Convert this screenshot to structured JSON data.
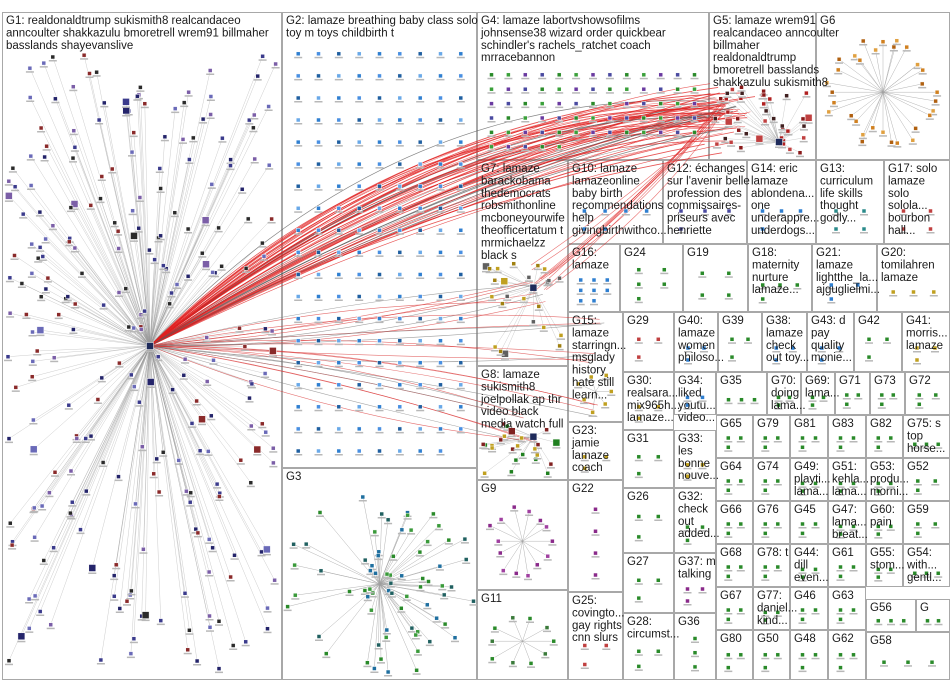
{
  "groups": [
    {
      "id": "G1",
      "lines": [
        "G1: realdonaldtrump sukismith8 realcandaceo",
        "anncoulter shakkazulu bmoretrell wrem91 billmaher",
        "basslands shayevanslive"
      ],
      "layout": "hub",
      "count": 260,
      "colors": [
        "#3b3b8c",
        "#24246a",
        "#6a6ab8",
        "#8a2a2a",
        "#2a2a2a",
        "#7b5ea7"
      ]
    },
    {
      "id": "G2",
      "lines": [
        "G2: lamaze breathing baby class solo",
        "toy m toys childbirth t"
      ],
      "layout": "grid",
      "count": 170,
      "colors": [
        "#2f7fd0",
        "#4a90e2",
        "#1f5fa0",
        "#6aa9e8"
      ]
    },
    {
      "id": "G3",
      "lines": [
        "G3"
      ],
      "layout": "star",
      "count": 70,
      "colors": [
        "#2a8a2a",
        "#1f6f9f",
        "#3a9a3a",
        "#206060"
      ]
    },
    {
      "id": "G4",
      "lines": [
        "G4: lamaze labortvshowsofilms",
        "johnsense38 wizard order quickbear",
        "schindler's rachels_ratchet coach",
        "mrracebannon"
      ],
      "layout": "grid",
      "count": 70,
      "colors": [
        "#2a8a2a",
        "#3aa03a",
        "#6a3aa0",
        "#4a4aa0"
      ]
    },
    {
      "id": "G5",
      "lines": [
        "G5: lamaze wrem91",
        "realcandaceo anncoulter",
        "billmaher",
        "realdonaldtrump",
        "bmoretrell basslands",
        "shakkazulu sukismith8"
      ],
      "layout": "hub2",
      "count": 40,
      "colors": [
        "#b02020",
        "#8a1a1a",
        "#c04040",
        "#402020"
      ]
    },
    {
      "id": "G6",
      "lines": [
        "G6"
      ],
      "layout": "ring",
      "count": 32,
      "colors": [
        "#d08020",
        "#b06010",
        "#e0a040"
      ]
    },
    {
      "id": "G7",
      "lines": [
        "G7: lamaze",
        "barackobama",
        "thedemocrats",
        "robsmithonline",
        "mcboneyourwife",
        "theofficertatum t",
        "mrmichaelzz",
        "black s"
      ],
      "layout": "hub",
      "count": 24,
      "colors": [
        "#c0a020",
        "#a08010",
        "#606060"
      ]
    },
    {
      "id": "G8",
      "lines": [
        "G8: lamaze",
        "sukismith8",
        "joelpollak ap thr",
        "video black",
        "media watch full"
      ],
      "layout": "hub",
      "count": 24,
      "colors": [
        "#c0a020",
        "#208020",
        "#802020"
      ]
    },
    {
      "id": "G9",
      "lines": [
        "G9"
      ],
      "layout": "ring",
      "count": 14,
      "colors": [
        "#8a2a8a",
        "#a040a0"
      ]
    },
    {
      "id": "G10",
      "lines": [
        "G10: lamaze",
        "lamazeonline",
        "baby birth",
        "recommendations",
        "help",
        "givingbirthwithco..."
      ],
      "layout": "grid",
      "count": 6,
      "colors": [
        "#2f7fd0"
      ]
    },
    {
      "id": "G11",
      "lines": [
        "G11"
      ],
      "layout": "ring",
      "count": 10,
      "colors": [
        "#2a8a2a",
        "#3a7a3a"
      ]
    },
    {
      "id": "G12",
      "lines": [
        "G12: échanges",
        "sur l'avenir belle",
        "profession des",
        "commissaires-",
        "priseurs avec",
        "henriette"
      ],
      "layout": "grid",
      "count": 4,
      "colors": [
        "#4a4aa0"
      ]
    },
    {
      "id": "G13",
      "lines": [
        "G13:",
        "curriculum",
        "life skills",
        "thought",
        "godly..."
      ],
      "layout": "grid",
      "count": 4,
      "colors": [
        "#2a8a8a"
      ]
    },
    {
      "id": "G14",
      "lines": [
        "G14: eric",
        "lamaze",
        "ablondena...",
        "one",
        "underappre...",
        "underdogs..."
      ],
      "layout": "grid",
      "count": 4,
      "colors": [
        "#2f7fd0"
      ]
    },
    {
      "id": "G15",
      "lines": [
        "G15:",
        "lamaze",
        "starringn...",
        "msglady",
        "history",
        "hate still",
        "learn..."
      ],
      "layout": "ring",
      "count": 7,
      "colors": [
        "#c0a020"
      ]
    },
    {
      "id": "G16",
      "lines": [
        "G16:",
        "lamaze"
      ],
      "layout": "grid",
      "count": 8,
      "colors": [
        "#2f7fd0"
      ]
    },
    {
      "id": "G17",
      "lines": [
        "G17: solo",
        "lamaze",
        "solo",
        "solola...",
        "bourbon",
        "hall..."
      ],
      "layout": "grid",
      "count": 4,
      "colors": [
        "#c04040"
      ]
    },
    {
      "id": "G18",
      "lines": [
        "G18:",
        "maternity",
        "nurture",
        "lamaze..."
      ],
      "layout": "grid",
      "count": 4,
      "colors": [
        "#2a8a2a"
      ]
    },
    {
      "id": "G19",
      "lines": [
        "G19"
      ],
      "layout": "grid",
      "count": 4,
      "colors": [
        "#2a8a2a"
      ]
    },
    {
      "id": "G20",
      "lines": [
        "G20:",
        "tomilahren",
        "lamaze"
      ],
      "layout": "grid",
      "count": 3,
      "colors": [
        "#c0a020"
      ]
    },
    {
      "id": "G21",
      "lines": [
        "G21:",
        "lamaze",
        "lightthe_la...",
        "ajguglielmi..."
      ],
      "layout": "grid",
      "count": 3,
      "colors": [
        "#2f7fd0"
      ]
    },
    {
      "id": "G22",
      "lines": [
        "G22"
      ],
      "layout": "grid",
      "count": 4,
      "colors": [
        "#8a2a8a"
      ]
    },
    {
      "id": "G23",
      "lines": [
        "G23:",
        "jamie",
        "lamaze",
        "coach"
      ],
      "layout": "grid",
      "count": 3,
      "colors": [
        "#c0a020"
      ]
    },
    {
      "id": "G24",
      "lines": [
        "G24"
      ],
      "layout": "grid",
      "count": 5,
      "colors": [
        "#2a8a2a"
      ]
    },
    {
      "id": "G25",
      "lines": [
        "G25:",
        "covingto...",
        "gay rights",
        "cnn slurs"
      ],
      "layout": "grid",
      "count": 3,
      "colors": [
        "#c04040"
      ]
    },
    {
      "id": "G26",
      "lines": [
        "G26"
      ],
      "layout": "grid",
      "count": 3,
      "colors": [
        "#2a8a2a"
      ]
    },
    {
      "id": "G27",
      "lines": [
        "G27"
      ],
      "layout": "grid",
      "count": 3,
      "colors": [
        "#2a8a2a"
      ]
    },
    {
      "id": "G28",
      "lines": [
        "G28:",
        "circumst..."
      ],
      "layout": "grid",
      "count": 3,
      "colors": [
        "#2a8a2a"
      ]
    },
    {
      "id": "G29",
      "lines": [
        "G29"
      ],
      "layout": "grid",
      "count": 3,
      "colors": [
        "#c04040"
      ]
    },
    {
      "id": "G30",
      "lines": [
        "G30:",
        "realsara...",
        "mix965h...",
        "lamaze..."
      ],
      "layout": "grid",
      "count": 3,
      "colors": [
        "#c0a020"
      ]
    },
    {
      "id": "G31",
      "lines": [
        "G31"
      ],
      "layout": "grid",
      "count": 3,
      "colors": [
        "#2a8a2a"
      ]
    },
    {
      "id": "G32",
      "lines": [
        "G32:",
        "check",
        "out",
        "added..."
      ],
      "layout": "grid",
      "count": 3,
      "colors": [
        "#2a8a2a"
      ]
    },
    {
      "id": "G33",
      "lines": [
        "G33:",
        "les",
        "bonne",
        "nouve..."
      ],
      "layout": "grid",
      "count": 3,
      "colors": [
        "#c0a020"
      ]
    },
    {
      "id": "G34",
      "lines": [
        "G34:",
        "liked",
        "youtu...",
        "video..."
      ],
      "layout": "grid",
      "count": 3,
      "colors": [
        "#2f7fd0"
      ]
    },
    {
      "id": "G35",
      "lines": [
        "G35"
      ],
      "layout": "grid",
      "count": 3,
      "colors": [
        "#2a8a2a"
      ]
    },
    {
      "id": "G36",
      "lines": [
        "G36"
      ],
      "layout": "grid",
      "count": 3,
      "colors": [
        "#2a8a2a"
      ]
    },
    {
      "id": "G37",
      "lines": [
        "G37: m",
        "talking"
      ],
      "layout": "grid",
      "count": 3,
      "colors": [
        "#8a2a8a"
      ]
    },
    {
      "id": "G38",
      "lines": [
        "G38:",
        "lamaze",
        "check",
        "out toy..."
      ],
      "layout": "grid",
      "count": 3,
      "colors": [
        "#2f7fd0"
      ]
    },
    {
      "id": "G39",
      "lines": [
        "G39"
      ],
      "layout": "grid",
      "count": 3,
      "colors": [
        "#2a8a2a"
      ]
    },
    {
      "id": "G40",
      "lines": [
        "G40:",
        "lamaze",
        "women",
        "philoso..."
      ],
      "layout": "grid",
      "count": 3,
      "colors": [
        "#2f7fd0"
      ]
    },
    {
      "id": "G41",
      "lines": [
        "G41:",
        "morris...",
        "lamaze"
      ],
      "layout": "grid",
      "count": 3,
      "colors": [
        "#c0a020"
      ]
    },
    {
      "id": "G42",
      "lines": [
        "G42"
      ],
      "layout": "grid",
      "count": 3,
      "colors": [
        "#2a8a2a"
      ]
    },
    {
      "id": "G43",
      "lines": [
        "G43: d",
        "pay",
        "quality",
        "monie..."
      ],
      "layout": "grid",
      "count": 3,
      "colors": [
        "#2f7fd0"
      ]
    },
    {
      "id": "G44",
      "lines": [
        "G44:",
        "dill",
        "even..."
      ],
      "layout": "grid",
      "count": 3,
      "colors": [
        "#2a8a2a"
      ]
    },
    {
      "id": "G45",
      "lines": [
        "G45"
      ],
      "layout": "grid",
      "count": 3,
      "colors": [
        "#2a8a2a"
      ]
    },
    {
      "id": "G46",
      "lines": [
        "G46"
      ],
      "layout": "grid",
      "count": 3,
      "colors": [
        "#2a8a2a"
      ]
    },
    {
      "id": "G47",
      "lines": [
        "G47:",
        "lama...",
        "breat..."
      ],
      "layout": "grid",
      "count": 3,
      "colors": [
        "#2a8a2a"
      ]
    },
    {
      "id": "G48",
      "lines": [
        "G48"
      ],
      "layout": "grid",
      "count": 3,
      "colors": [
        "#2a8a2a"
      ]
    },
    {
      "id": "G49",
      "lines": [
        "G49:",
        "playti...",
        "lama..."
      ],
      "layout": "grid",
      "count": 3,
      "colors": [
        "#2a8a2a"
      ]
    },
    {
      "id": "G50",
      "lines": [
        "G50"
      ],
      "layout": "grid",
      "count": 3,
      "colors": [
        "#2a8a2a"
      ]
    },
    {
      "id": "G51",
      "lines": [
        "G51:",
        "kehla...",
        "lama..."
      ],
      "layout": "grid",
      "count": 3,
      "colors": [
        "#2a8a2a"
      ]
    },
    {
      "id": "G52",
      "lines": [
        "G52"
      ],
      "layout": "grid",
      "count": 3,
      "colors": [
        "#2a8a2a"
      ]
    },
    {
      "id": "G53",
      "lines": [
        "G53:",
        "produ...",
        "morni..."
      ],
      "layout": "grid",
      "count": 3,
      "colors": [
        "#2a8a2a"
      ]
    },
    {
      "id": "G54",
      "lines": [
        "G54:",
        "with...",
        "gentl..."
      ],
      "layout": "grid",
      "count": 3,
      "colors": [
        "#2a8a2a"
      ]
    },
    {
      "id": "G55",
      "lines": [
        "G55:",
        "stom..."
      ],
      "layout": "grid",
      "count": 3,
      "colors": [
        "#2a8a2a"
      ]
    },
    {
      "id": "G56",
      "lines": [
        "G56"
      ],
      "layout": "grid",
      "count": 3,
      "colors": [
        "#2a8a2a"
      ]
    },
    {
      "id": "G57",
      "lines": [
        "G"
      ],
      "layout": "grid",
      "count": 2,
      "colors": [
        "#2a8a2a"
      ]
    },
    {
      "id": "G58",
      "lines": [
        "G58"
      ],
      "layout": "grid",
      "count": 3,
      "colors": [
        "#2a8a2a"
      ]
    },
    {
      "id": "G59",
      "lines": [
        "G59"
      ],
      "layout": "grid",
      "count": 3,
      "colors": [
        "#2a8a2a"
      ]
    },
    {
      "id": "G60",
      "lines": [
        "G60:",
        "pain"
      ],
      "layout": "grid",
      "count": 3,
      "colors": [
        "#2a8a2a"
      ]
    },
    {
      "id": "G61",
      "lines": [
        "G61"
      ],
      "layout": "grid",
      "count": 3,
      "colors": [
        "#2a8a2a"
      ]
    },
    {
      "id": "G62",
      "lines": [
        "G62"
      ],
      "layout": "grid",
      "count": 3,
      "colors": [
        "#2a8a2a"
      ]
    },
    {
      "id": "G63",
      "lines": [
        "G63"
      ],
      "layout": "grid",
      "count": 3,
      "colors": [
        "#2a8a2a"
      ]
    },
    {
      "id": "G64",
      "lines": [
        "G64"
      ],
      "layout": "grid",
      "count": 3,
      "colors": [
        "#2a8a2a"
      ]
    },
    {
      "id": "G65",
      "lines": [
        "G65"
      ],
      "layout": "grid",
      "count": 3,
      "colors": [
        "#2a8a2a"
      ]
    },
    {
      "id": "G66",
      "lines": [
        "G66"
      ],
      "layout": "grid",
      "count": 3,
      "colors": [
        "#2a8a2a"
      ]
    },
    {
      "id": "G67",
      "lines": [
        "G67"
      ],
      "layout": "grid",
      "count": 3,
      "colors": [
        "#2a8a2a"
      ]
    },
    {
      "id": "G68",
      "lines": [
        "G68"
      ],
      "layout": "grid",
      "count": 3,
      "colors": [
        "#2a8a2a"
      ]
    },
    {
      "id": "G69",
      "lines": [
        "G69:",
        "lama..."
      ],
      "layout": "grid",
      "count": 3,
      "colors": [
        "#2a8a2a"
      ]
    },
    {
      "id": "G70",
      "lines": [
        "G70:",
        "doing",
        "lama..."
      ],
      "layout": "grid",
      "count": 3,
      "colors": [
        "#2a8a2a"
      ]
    },
    {
      "id": "G71",
      "lines": [
        "G71"
      ],
      "layout": "grid",
      "count": 3,
      "colors": [
        "#2a8a2a"
      ]
    },
    {
      "id": "G72",
      "lines": [
        "G72"
      ],
      "layout": "grid",
      "count": 3,
      "colors": [
        "#2a8a2a"
      ]
    },
    {
      "id": "G73",
      "lines": [
        "G73"
      ],
      "layout": "grid",
      "count": 3,
      "colors": [
        "#2a8a2a"
      ]
    },
    {
      "id": "G74",
      "lines": [
        "G74"
      ],
      "layout": "grid",
      "count": 3,
      "colors": [
        "#2a8a2a"
      ]
    },
    {
      "id": "G75",
      "lines": [
        "G75: s",
        "top",
        "horse..."
      ],
      "layout": "grid",
      "count": 3,
      "colors": [
        "#2a8a2a"
      ]
    },
    {
      "id": "G76",
      "lines": [
        "G76"
      ],
      "layout": "grid",
      "count": 3,
      "colors": [
        "#2a8a2a"
      ]
    },
    {
      "id": "G77",
      "lines": [
        "G77:",
        "daniel...",
        "kind..."
      ],
      "layout": "grid",
      "count": 3,
      "colors": [
        "#2a8a2a"
      ]
    },
    {
      "id": "G78",
      "lines": [
        "G78: t"
      ],
      "layout": "grid",
      "count": 3,
      "colors": [
        "#2a8a2a"
      ]
    },
    {
      "id": "G79",
      "lines": [
        "G79"
      ],
      "layout": "grid",
      "count": 3,
      "colors": [
        "#2a8a2a"
      ]
    },
    {
      "id": "G80",
      "lines": [
        "G80"
      ],
      "layout": "grid",
      "count": 3,
      "colors": [
        "#2a8a2a"
      ]
    },
    {
      "id": "G81",
      "lines": [
        "G81"
      ],
      "layout": "grid",
      "count": 3,
      "colors": [
        "#2a8a2a"
      ]
    },
    {
      "id": "G82",
      "lines": [
        "G82"
      ],
      "layout": "grid",
      "count": 3,
      "colors": [
        "#2a8a2a"
      ]
    },
    {
      "id": "G83",
      "lines": [
        "G83"
      ],
      "layout": "grid",
      "count": 3,
      "colors": [
        "#2a8a2a"
      ]
    }
  ]
}
